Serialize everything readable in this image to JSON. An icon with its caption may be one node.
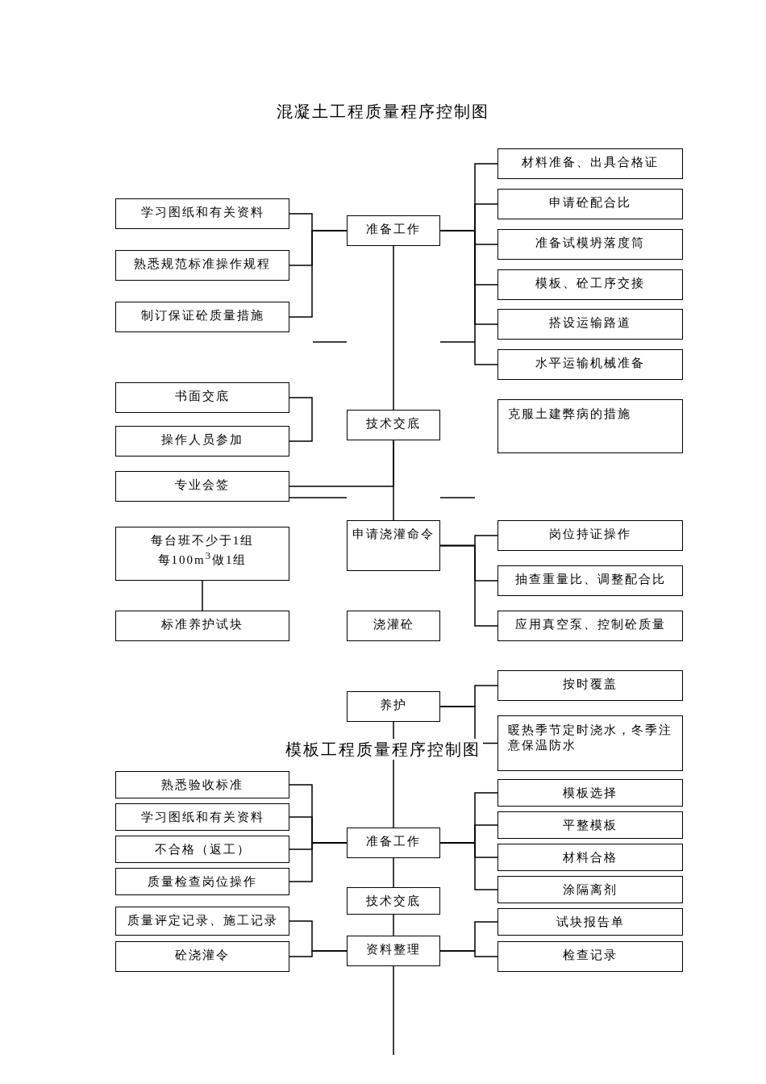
{
  "diagram": {
    "title": "混凝土工程质量程序控制图",
    "nodes": [
      {
        "text": [
          "准备工作"
        ]
      },
      {
        "text": [
          "学习图纸和有关资料"
        ]
      },
      {
        "text": [
          "熟悉规范标准操作规程"
        ]
      },
      {
        "text": [
          "制订保证砼质量措施"
        ]
      },
      {
        "text": [
          "材料准备、出具合格证"
        ]
      },
      {
        "text": [
          "申请砼配合比"
        ]
      },
      {
        "text": [
          "准备试模坍落度筒"
        ]
      },
      {
        "text": [
          "模板、砼工序交接"
        ]
      },
      {
        "text": [
          "搭设运输路道"
        ]
      },
      {
        "text": [
          "水平运输机械准备"
        ]
      },
      {
        "text": [
          "技术交底"
        ]
      },
      {
        "text": [
          "书面交底"
        ]
      },
      {
        "text": [
          "操作人员参加"
        ]
      },
      {
        "text": [
          "专业会签"
        ]
      },
      {
        "text": [
          "克服土建弊病的措施"
        ]
      },
      {
        "text": [
          "申请浇灌命令"
        ]
      },
      {
        "text": [
          "每台班不少于1组",
          "每100m$^{3}$做1组"
        ]
      },
      {
        "text": [
          "标准养护试块"
        ]
      },
      {
        "text": [
          "岗位持证操作"
        ]
      },
      {
        "text": [
          "抽查重量比、调整配合比"
        ]
      },
      {
        "text": [
          "应用真空泵、控制砼质量"
        ]
      },
      {
        "text": [
          "浇灌砼"
        ]
      },
      {
        "text": [
          "养护"
        ]
      },
      {
        "text": [
          "按时覆盖"
        ]
      },
      {
        "text": [
          "暖热季节定时浇水，冬季注意保温防水"
        ]
      },
      {
        "text": [
          "熟悉验收标准"
        ]
      },
      {
        "text": [
          "学习图纸和有关资料"
        ]
      },
      {
        "text": [
          "不合格（返工）"
        ]
      },
      {
        "text": [
          "质量检查岗位操作"
        ]
      },
      {
        "text": [
          "准备工作"
        ]
      },
      {
        "text": [
          "模板选择"
        ]
      },
      {
        "text": [
          "平整模板"
        ]
      },
      {
        "text": [
          "材料合格"
        ]
      },
      {
        "text": [
          "涂隔离剂"
        ]
      },
      {
        "text": [
          "技术交底"
        ]
      },
      {
        "text": [
          "质量评定记录、施工记录"
        ]
      },
      {
        "text": [
          "砼浇灌令"
        ]
      },
      {
        "text": [
          "资料整理"
        ]
      },
      {
        "text": [
          "试块报告单"
        ]
      },
      {
        "text": [
          "检查记录"
        ]
      }
    ],
    "edges": [
      {
        "from": 1,
        "to": 0,
        "arrow": "none"
      },
      {
        "from": 2,
        "to": 0,
        "arrow": "none"
      },
      {
        "from": 3,
        "to": 0,
        "arrow": "none"
      },
      {
        "from": 0,
        "to": 4,
        "arrow": "none"
      },
      {
        "from": 0,
        "to": 5,
        "arrow": "none"
      },
      {
        "from": 0,
        "to": 6,
        "arrow": "none"
      },
      {
        "from": 0,
        "to": 7,
        "arrow": "none"
      },
      {
        "from": 0,
        "to": 8,
        "arrow": "none"
      },
      {
        "from": 0,
        "to": 9,
        "arrow": "none"
      },
      {
        "from": 0,
        "to": 10,
        "arrow": "none"
      },
      {
        "from": 11,
        "to": 12,
        "arrow": "none"
      },
      {
        "from": 13,
        "to": 10,
        "arrow": "none"
      },
      {
        "from": 10,
        "to": 15,
        "arrow": "none"
      },
      {
        "from": 15,
        "to": 18,
        "arrow": "none"
      },
      {
        "from": 15,
        "to": 19,
        "arrow": "none"
      },
      {
        "from": 15,
        "to": 20,
        "arrow": "none"
      },
      {
        "from": 16,
        "to": 17,
        "arrow": "none"
      },
      {
        "from": 22,
        "to": 23,
        "arrow": "none"
      },
      {
        "from": 22,
        "to": 24,
        "arrow": "none"
      },
      {
        "from": 22,
        "to": 29,
        "arrow": "none"
      },
      {
        "from": 25,
        "to": 29,
        "arrow": "none"
      },
      {
        "from": 26,
        "to": 29,
        "arrow": "none"
      },
      {
        "from": 27,
        "to": 29,
        "arrow": "none"
      },
      {
        "from": 28,
        "to": 29,
        "arrow": "none"
      },
      {
        "from": 29,
        "to": 30,
        "arrow": "none"
      },
      {
        "from": 29,
        "to": 31,
        "arrow": "none"
      },
      {
        "from": 29,
        "to": 32,
        "arrow": "none"
      },
      {
        "from": 29,
        "to": 33,
        "arrow": "none"
      },
      {
        "from": 29,
        "to": 34,
        "arrow": "none"
      },
      {
        "from": 34,
        "to": 37,
        "arrow": "none"
      },
      {
        "from": 35,
        "to": 37,
        "arrow": "none"
      },
      {
        "from": 36,
        "to": 37,
        "arrow": "none"
      },
      {
        "from": 37,
        "to": 38,
        "arrow": "none"
      },
      {
        "from": 37,
        "to": 39,
        "arrow": "none"
      },
      {
        "from": 37,
        "to": null,
        "arrow": "none"
      }
    ],
    "labels": [
      "模板工程质量程序控制图"
    ]
  }
}
